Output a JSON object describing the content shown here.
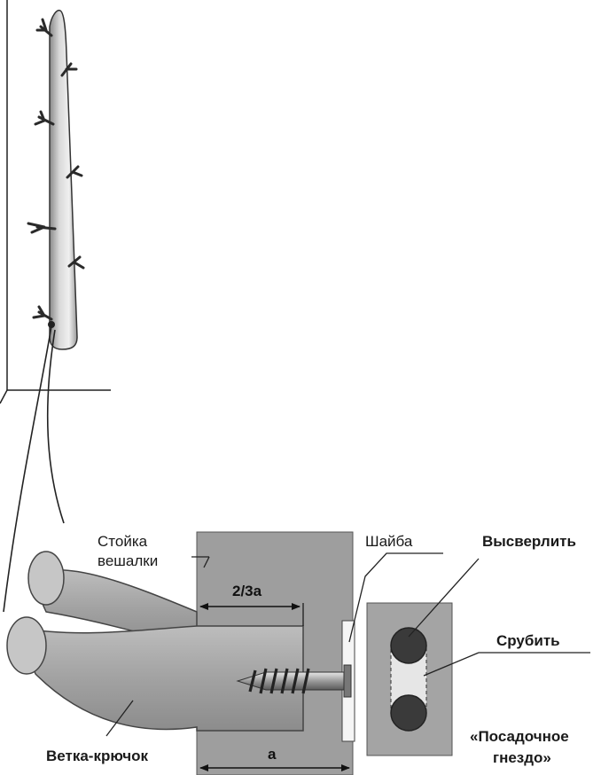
{
  "labels": {
    "post": [
      "Стойка",
      "вешалки"
    ],
    "washer": "Шайба",
    "drill": "Высверлить",
    "chop": "Срубить",
    "branch_hook": "Ветка-крючок",
    "socket": [
      "«Посадочное",
      "гнездо»"
    ],
    "dim_two_thirds": "2/3a",
    "dim_a": "a"
  },
  "colors": {
    "ink": "#1a1a1a",
    "wood_fill": "#a8a8a8",
    "wood_light": "#cfcfcf",
    "post_fill": "#9e9e9e",
    "tenon_fill": "#b4b4b4",
    "hole_fill": "#3a3a3a",
    "chop_fill": "#e6e6e6"
  }
}
